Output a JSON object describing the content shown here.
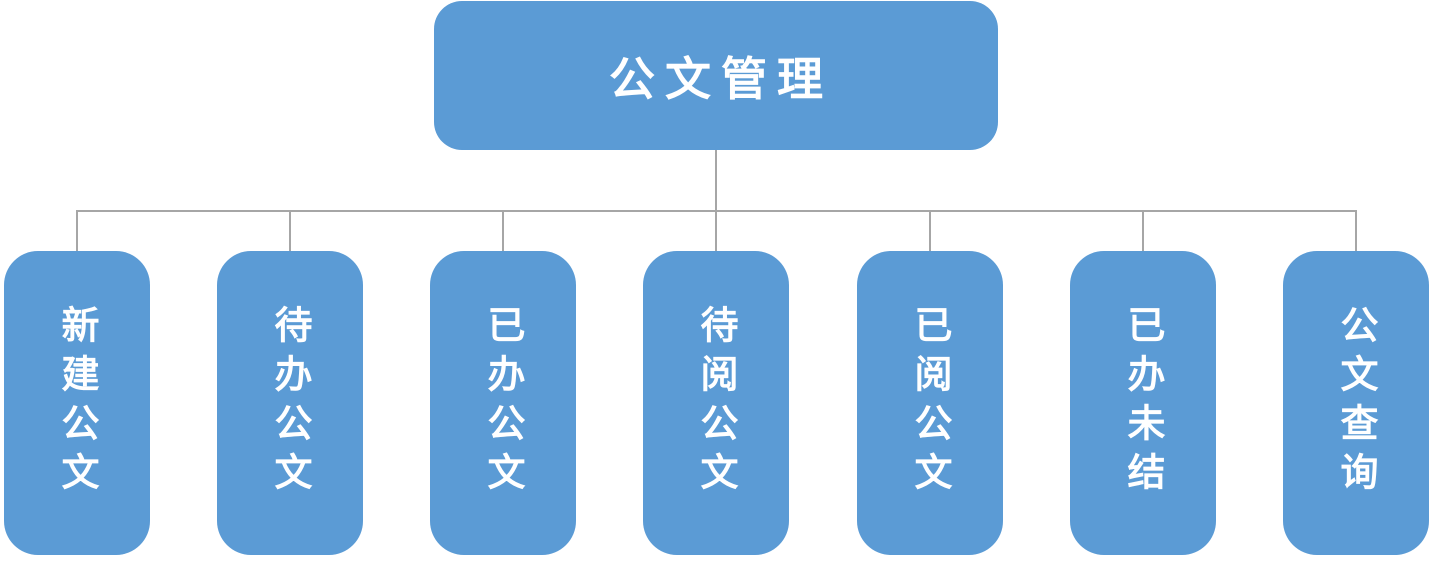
{
  "diagram": {
    "type": "org-chart",
    "root": {
      "label": "公文管理"
    },
    "children": [
      {
        "label": "新建公文"
      },
      {
        "label": "待办公文"
      },
      {
        "label": "已办公文"
      },
      {
        "label": "待阅公文"
      },
      {
        "label": "已阅公文"
      },
      {
        "label": "已办未结"
      },
      {
        "label": "公文查询"
      }
    ],
    "colors": {
      "node_fill": "#5b9bd5",
      "node_text": "#ffffff",
      "connector": "#a6a6a6",
      "background": "#ffffff"
    }
  }
}
